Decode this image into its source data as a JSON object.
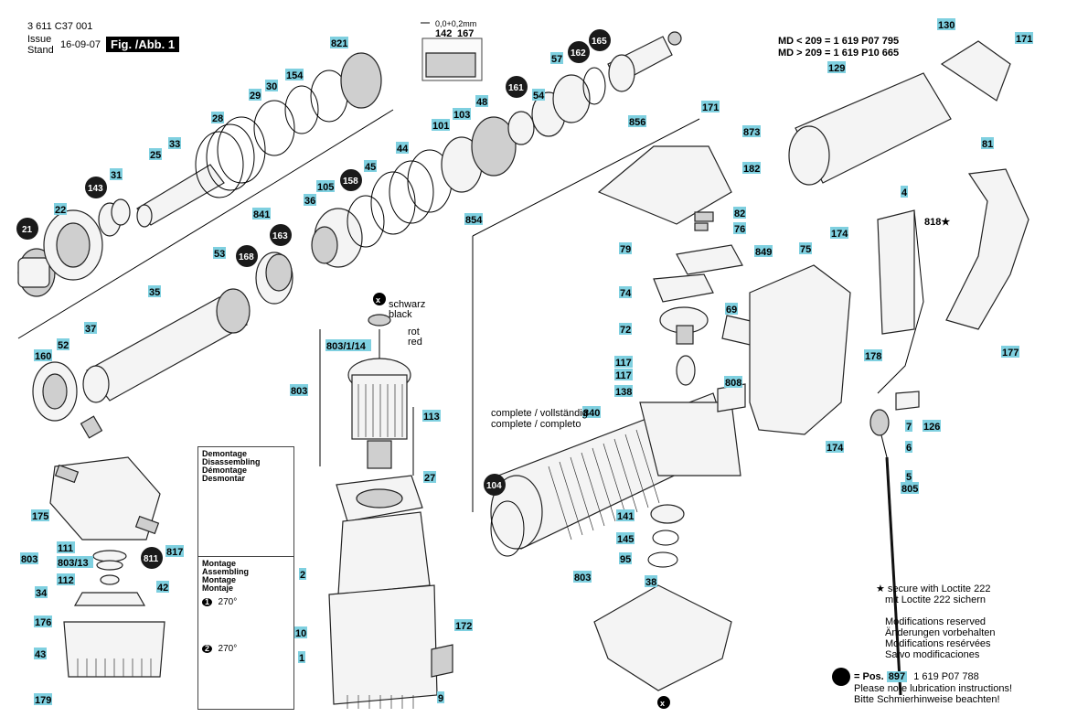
{
  "header": {
    "doc_number": "3 611 C37 001",
    "issue_label_1": "Issue",
    "issue_label_2": "Stand",
    "issue_date": "16-09-07",
    "figure_label": "Fig. /Abb. 1"
  },
  "dimension": {
    "tolerance": "0,0+0,2mm",
    "d1": "142",
    "d2": "167"
  },
  "md_variants": [
    {
      "label": "MD < 209 = 1 619 P07 795"
    },
    {
      "label": "MD > 209 = 1 619 P10 665"
    }
  ],
  "wire_labels": {
    "schwarz": "schwarz",
    "black": "black",
    "rot": "rot",
    "red": "red",
    "x": "x"
  },
  "complete_labels": {
    "line1": "complete / vollständig",
    "line2": "complete / completo"
  },
  "demontage_box": {
    "lines": [
      "Demontage",
      "Disassembling",
      "Démontage",
      "Desmontar"
    ]
  },
  "montage_box": {
    "lines": [
      "Montage",
      "Assembling",
      "Montage",
      "Montaje"
    ],
    "step1": "1",
    "step2": "2",
    "angle1": "270°",
    "angle2": "270°"
  },
  "notes": {
    "loctite_en": "secure with Loctite 222",
    "loctite_de": "mit Loctite 222 sichern",
    "mods": [
      "Modifications reserved",
      "Änderungen vorbehalten",
      "Modifications resérvées",
      "Salvo modificaciones"
    ],
    "pos_label": "= Pos.",
    "pos_number": "897",
    "pos_part": "1 619 P07 788",
    "lube_en": "Please note lubrication instructions!",
    "lube_de": "Bitte Schmierhinweise beachten!",
    "star_ref": "818★"
  },
  "colors": {
    "callout_fill": "#7fd0e0",
    "dark_callout": "#1a1a1a",
    "line": "#000000"
  },
  "callouts_light": [
    "821",
    "154",
    "30",
    "29",
    "28",
    "25",
    "33",
    "31",
    "22",
    "53",
    "35",
    "37",
    "52",
    "160",
    "175",
    "111",
    "803",
    "803/13",
    "112",
    "34",
    "176",
    "43",
    "179",
    "42",
    "817",
    "841",
    "36",
    "105",
    "45",
    "44",
    "101",
    "103",
    "48",
    "854",
    "54",
    "57",
    "856",
    "171",
    "873",
    "182",
    "82",
    "76",
    "79",
    "849",
    "74",
    "69",
    "72",
    "117",
    "117",
    "138",
    "808",
    "840",
    "141",
    "145",
    "95",
    "803",
    "38",
    "113",
    "27",
    "2",
    "10",
    "1",
    "172",
    "9",
    "803",
    "803/1/14",
    "130",
    "171",
    "129",
    "81",
    "4",
    "174",
    "75",
    "178",
    "7",
    "126",
    "174",
    "6",
    "5",
    "805",
    "177"
  ],
  "callouts_dark": [
    "143",
    "21",
    "168",
    "163",
    "158",
    "161",
    "162",
    "165",
    "104",
    "811"
  ]
}
